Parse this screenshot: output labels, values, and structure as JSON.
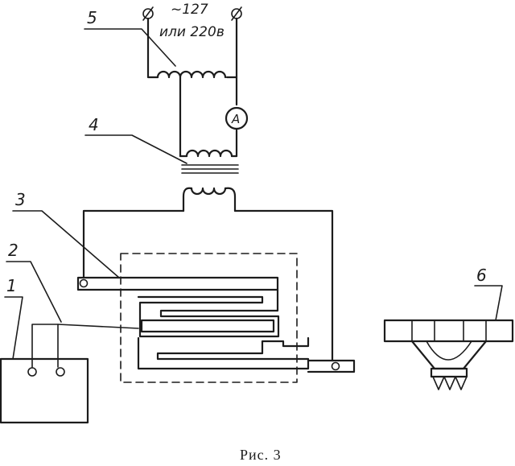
{
  "supply": {
    "line1": "~127",
    "line2": "или 220в"
  },
  "meter_symbol": "A",
  "labels": {
    "n1": "1",
    "n2": "2",
    "n3": "3",
    "n4": "4",
    "n5": "5",
    "n6": "6"
  },
  "caption": "Рис. 3"
}
